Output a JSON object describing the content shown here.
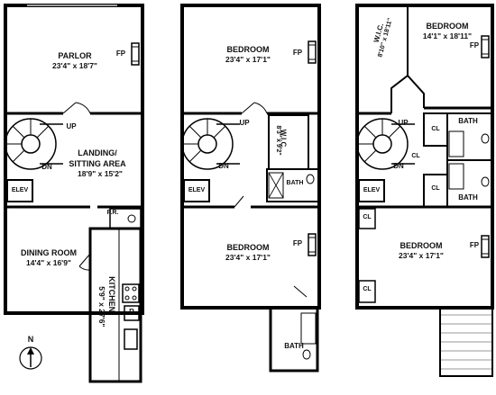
{
  "floor1": {
    "parlor": {
      "name": "PARLOR",
      "dims": "23'4\" x 18'7\""
    },
    "fireplace": "FP",
    "landing": {
      "name": "LANDING/",
      "name2": "SITTING AREA",
      "dims": "18'9\" x 15'2\""
    },
    "stairs_up": "UP",
    "stairs_down": "DN",
    "elevator": "ELEV",
    "powder_room": "P.R.",
    "dining": {
      "name": "DINING ROOM",
      "dims": "14'4\" x 16'9\""
    },
    "kitchen": {
      "name": "KITCHEN",
      "dims": "5'9\" x 27'6\""
    },
    "refrigerator": "R"
  },
  "floor2": {
    "front_bedroom": {
      "name": "BEDROOM",
      "dims": "23'4\" x 17'1\""
    },
    "fireplace": "FP",
    "wic": {
      "name": "W.I.C.",
      "dims": "8'3\" x 9'2\""
    },
    "stairs_up": "UP",
    "stairs_down": "DN",
    "elevator": "ELEV",
    "bath_inner": "BATH",
    "rear_bedroom": {
      "name": "BEDROOM",
      "dims": "23'4\" x 17'1\""
    },
    "fireplace_rear": "FP",
    "bath_rear": "BATH"
  },
  "floor3": {
    "wic": {
      "name": "W.I.C.",
      "dims": "8'10\" x 18'11\""
    },
    "front_bedroom": {
      "name": "BEDROOM",
      "dims": "14'1\" x 18'11\""
    },
    "fireplace": "FP",
    "stairs_up": "UP",
    "stairs_down": "DN",
    "elevator": "ELEV",
    "bath_top": "BATH",
    "bath_bottom": "BATH",
    "closet_a": "CL",
    "closet_b": "CL",
    "closet_c": "CL",
    "closet_d": "CL",
    "closet_e": "CL",
    "rear_bedroom": {
      "name": "BEDROOM",
      "dims": "23'4\" x 17'1\""
    },
    "fireplace_rear": "FP"
  },
  "compass": {
    "label": "N"
  }
}
